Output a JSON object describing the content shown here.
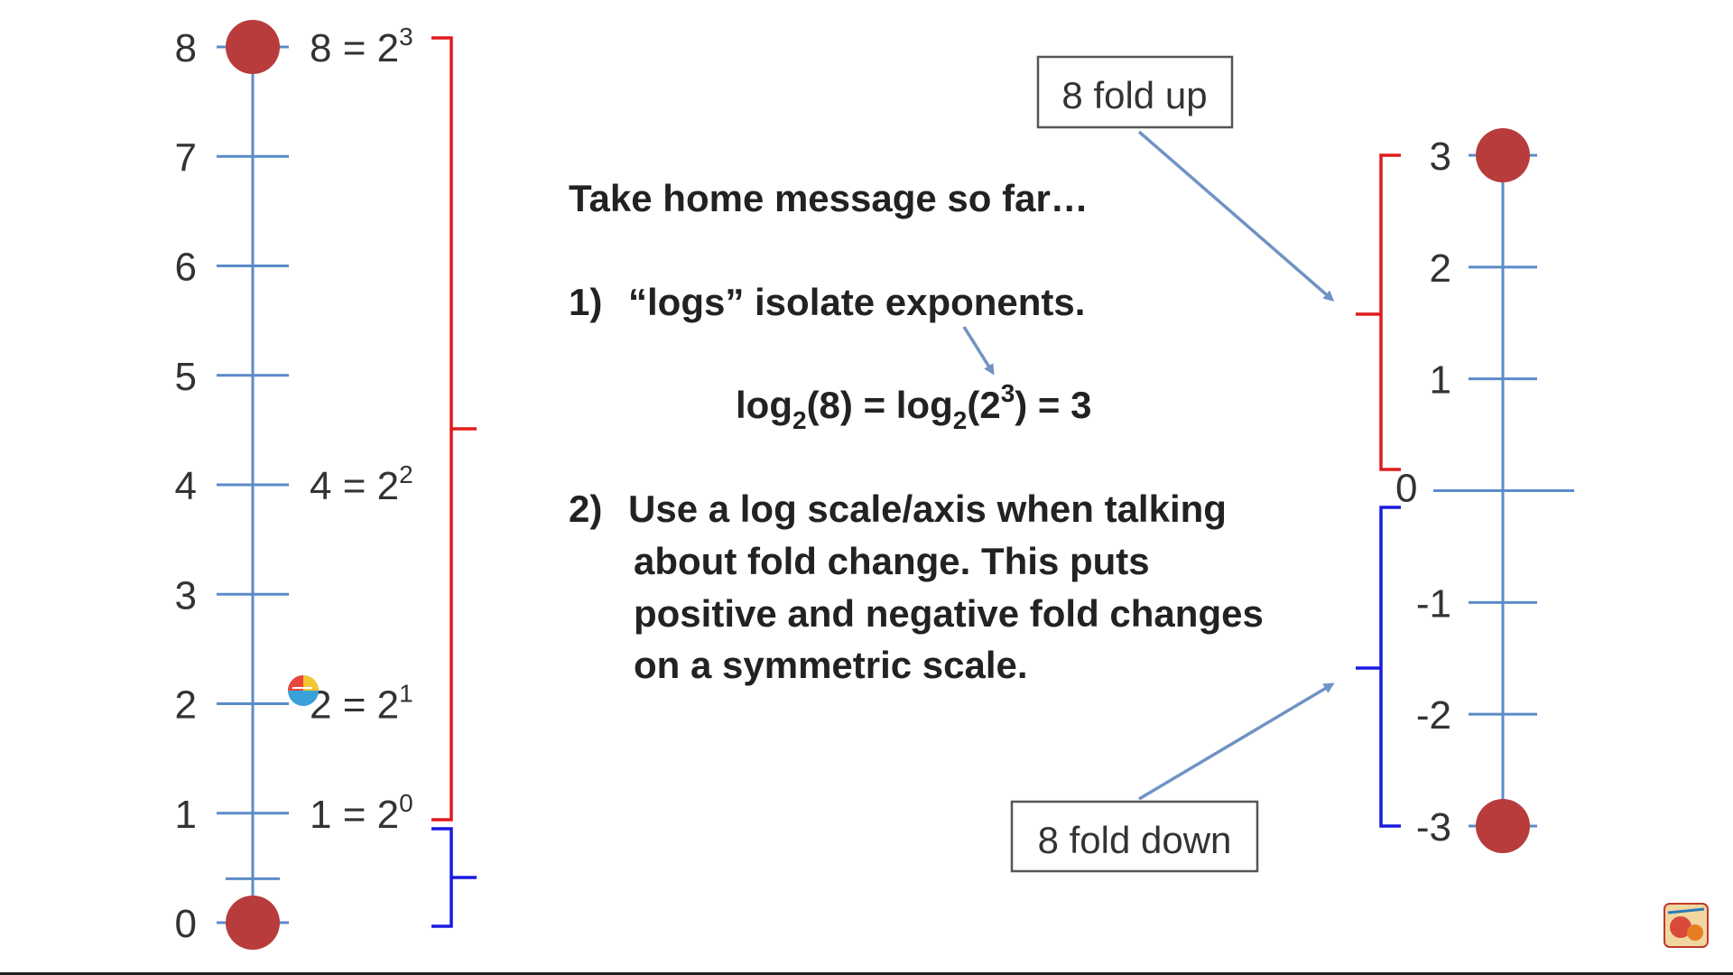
{
  "colors": {
    "axis": "#5b8bc9",
    "dot": "#b83c3c",
    "red_bracket": "#e01b1b",
    "blue_bracket": "#1a1ae0",
    "arrow": "#6f93c4",
    "text": "#222222"
  },
  "left_axis": {
    "ticks": [
      {
        "value": 0,
        "label": "0"
      },
      {
        "value": 1,
        "label": "1"
      },
      {
        "value": 2,
        "label": "2"
      },
      {
        "value": 3,
        "label": "3"
      },
      {
        "value": 4,
        "label": "4"
      },
      {
        "value": 5,
        "label": "5"
      },
      {
        "value": 6,
        "label": "6"
      },
      {
        "value": 7,
        "label": "7"
      },
      {
        "value": 8,
        "label": "8"
      }
    ],
    "dots": [
      8,
      0
    ],
    "equations": [
      {
        "value": 8,
        "base": "8 = 2",
        "exp": "3"
      },
      {
        "value": 4,
        "base": "4 = 2",
        "exp": "2"
      },
      {
        "value": 2,
        "base": "2 = 2",
        "exp": "1"
      },
      {
        "value": 1,
        "base": "1 = 2",
        "exp": "0"
      }
    ]
  },
  "right_axis": {
    "ticks": [
      {
        "value": 3,
        "label": "3"
      },
      {
        "value": 2,
        "label": "2"
      },
      {
        "value": 1,
        "label": "1"
      },
      {
        "value": 0,
        "label": "0"
      },
      {
        "value": -1,
        "label": "-1"
      },
      {
        "value": -2,
        "label": "-2"
      },
      {
        "value": -3,
        "label": "-3"
      }
    ],
    "dots": [
      3,
      -3
    ]
  },
  "message": {
    "title": "Take home message so far…",
    "point1_number": "1)",
    "point1_text": "“logs” isolate exponents.",
    "formula": {
      "p1": "log",
      "sub1": "2",
      "p2": "(8) = log",
      "sub2": "2",
      "p3": "(2",
      "sup": "3",
      "p4": ") = 3"
    },
    "point2_number": "2)",
    "point2_lines": [
      "Use a log scale/axis when talking",
      "about fold change. This puts",
      "positive and negative fold changes",
      "on a symmetric scale."
    ]
  },
  "callouts": {
    "up": "8 fold up",
    "down": "8 fold down"
  },
  "icons": {
    "cursor": "colorful-cursor-icon",
    "logo": "channel-logo-icon"
  }
}
